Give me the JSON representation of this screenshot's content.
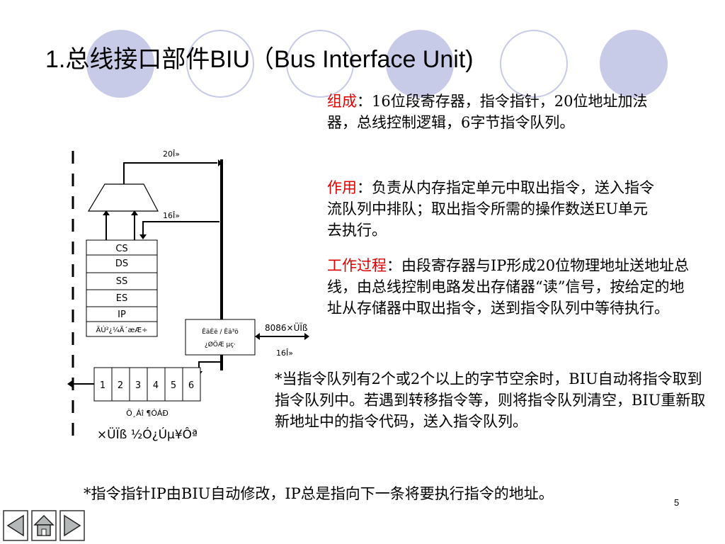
{
  "title": "1.总线接口部件BIU（Bus Interface Unit)",
  "composition": {
    "label": "组成",
    "text": "：16位段寄存器，指令指针，20位地址加法器，总线控制逻辑，6字节指令队列。"
  },
  "function": {
    "label": "作用",
    "text": "：负责从内存指定单元中取出指令，送入指令流队列中排队；取出指令所需的操作数送EU单元去执行。"
  },
  "process": {
    "label": "工作过程",
    "text": "：由段寄存器与IP形成20位物理地址送地址总线，由总线控制电路发出存储器“读”信号，按给定的地址从存储器中取出指令，送到指令队列中等待执行。"
  },
  "note_queue": "*当指令队列有2个或2个以上的字节空余时，BIU自动将指令取到指令队列中。若遇到转移指令等，则将指令队列清空，BIU重新取新地址中的指令代码，送入指令队列。",
  "note_ip": "*指令指针IP由BIU自动修改，IP总是指向下一条将要执行指令的地址。",
  "slide_number": "5",
  "diagram": {
    "bus20_label": "20Î»",
    "bus16_label": "16Î»",
    "registers": [
      "CS",
      "DS",
      "SS",
      "ES",
      "IP"
    ],
    "internal_reg_label": "ÄÚ²¿¼Ä´æÆ÷",
    "bus_control_line1": "ÊäÈë / Êä³ö",
    "bus_control_line2": "¿ØÖÆ  µç·",
    "cpu_bus_label": "8086×ÜÏß",
    "bus16_right_label": "16Î»",
    "queue_cells": [
      "1",
      "2",
      "3",
      "4",
      "5",
      "6"
    ],
    "queue_label": "Ö¸Áî ¶ÓÁÐ",
    "biu_label": "×ÜÏß ½Ó¿Úµ¥Ôª"
  }
}
